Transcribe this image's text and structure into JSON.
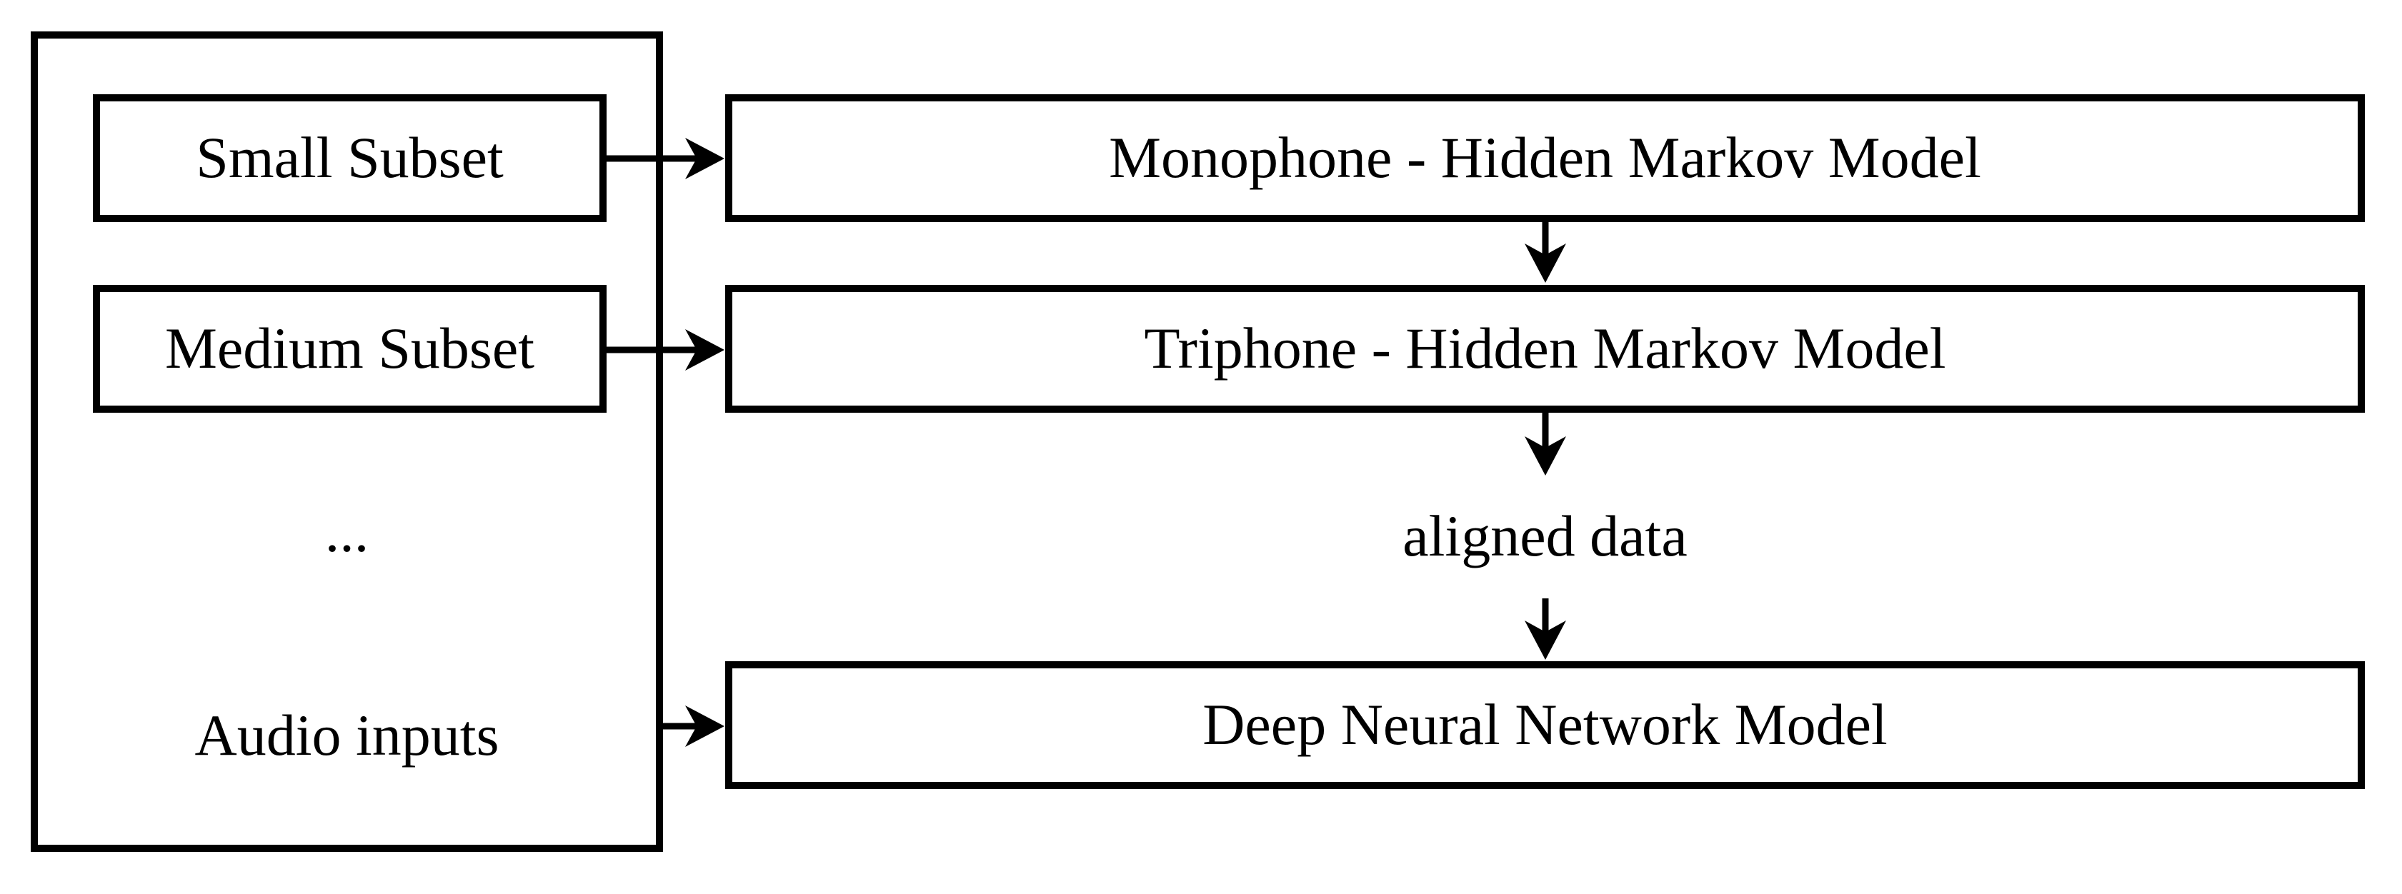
{
  "colors": {
    "background": "#ffffff",
    "line": "#000000",
    "text": "#000000"
  },
  "input_group": {
    "small_subset": {
      "label": "Small Subset"
    },
    "medium_subset": {
      "label": "Medium Subset"
    },
    "ellipsis": {
      "label": "..."
    },
    "audio_inputs": {
      "label": "Audio inputs"
    }
  },
  "pipeline": {
    "monophone_hmm": {
      "label": "Monophone - Hidden Markov Model"
    },
    "triphone_hmm": {
      "label": "Triphone - Hidden Markov Model"
    },
    "aligned_data": {
      "label": "aligned data"
    },
    "dnn": {
      "label": "Deep Neural Network Model"
    }
  },
  "edges": [
    {
      "from": "small_subset",
      "to": "monophone_hmm"
    },
    {
      "from": "medium_subset",
      "to": "triphone_hmm"
    },
    {
      "from": "audio_inputs_group",
      "to": "dnn"
    },
    {
      "from": "monophone_hmm",
      "to": "triphone_hmm"
    },
    {
      "from": "triphone_hmm",
      "to": "aligned_data"
    },
    {
      "from": "aligned_data",
      "to": "dnn"
    }
  ]
}
